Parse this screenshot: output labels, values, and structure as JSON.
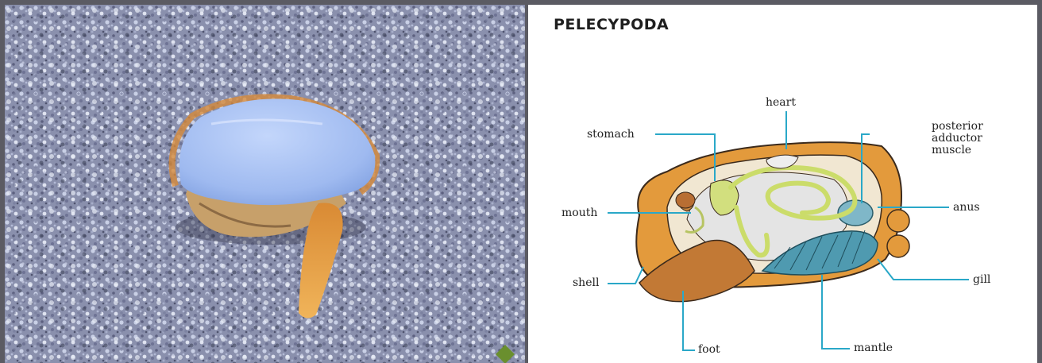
{
  "diagram": {
    "title": "PELECYPODA",
    "labels": {
      "heart": "heart",
      "stomach": "stomach",
      "posterior_adductor_muscle": [
        "posterior",
        "adductor",
        "muscle"
      ],
      "mouth": "mouth",
      "anus": "anus",
      "shell": "shell",
      "gill": "gill",
      "foot": "foot",
      "mantle": "mantle"
    }
  },
  "colors": {
    "leader_line": "#2aa8c8",
    "shell_orange": "#e49a3c",
    "mantle_tan": "#c9803a",
    "gut_green": "#d6e08a",
    "gill_blue": "#3f93a8",
    "clam_shell_photo": "#a9c4f2",
    "clam_foot_photo": "#e8a24a",
    "sand_photo": "#8e96b2"
  }
}
